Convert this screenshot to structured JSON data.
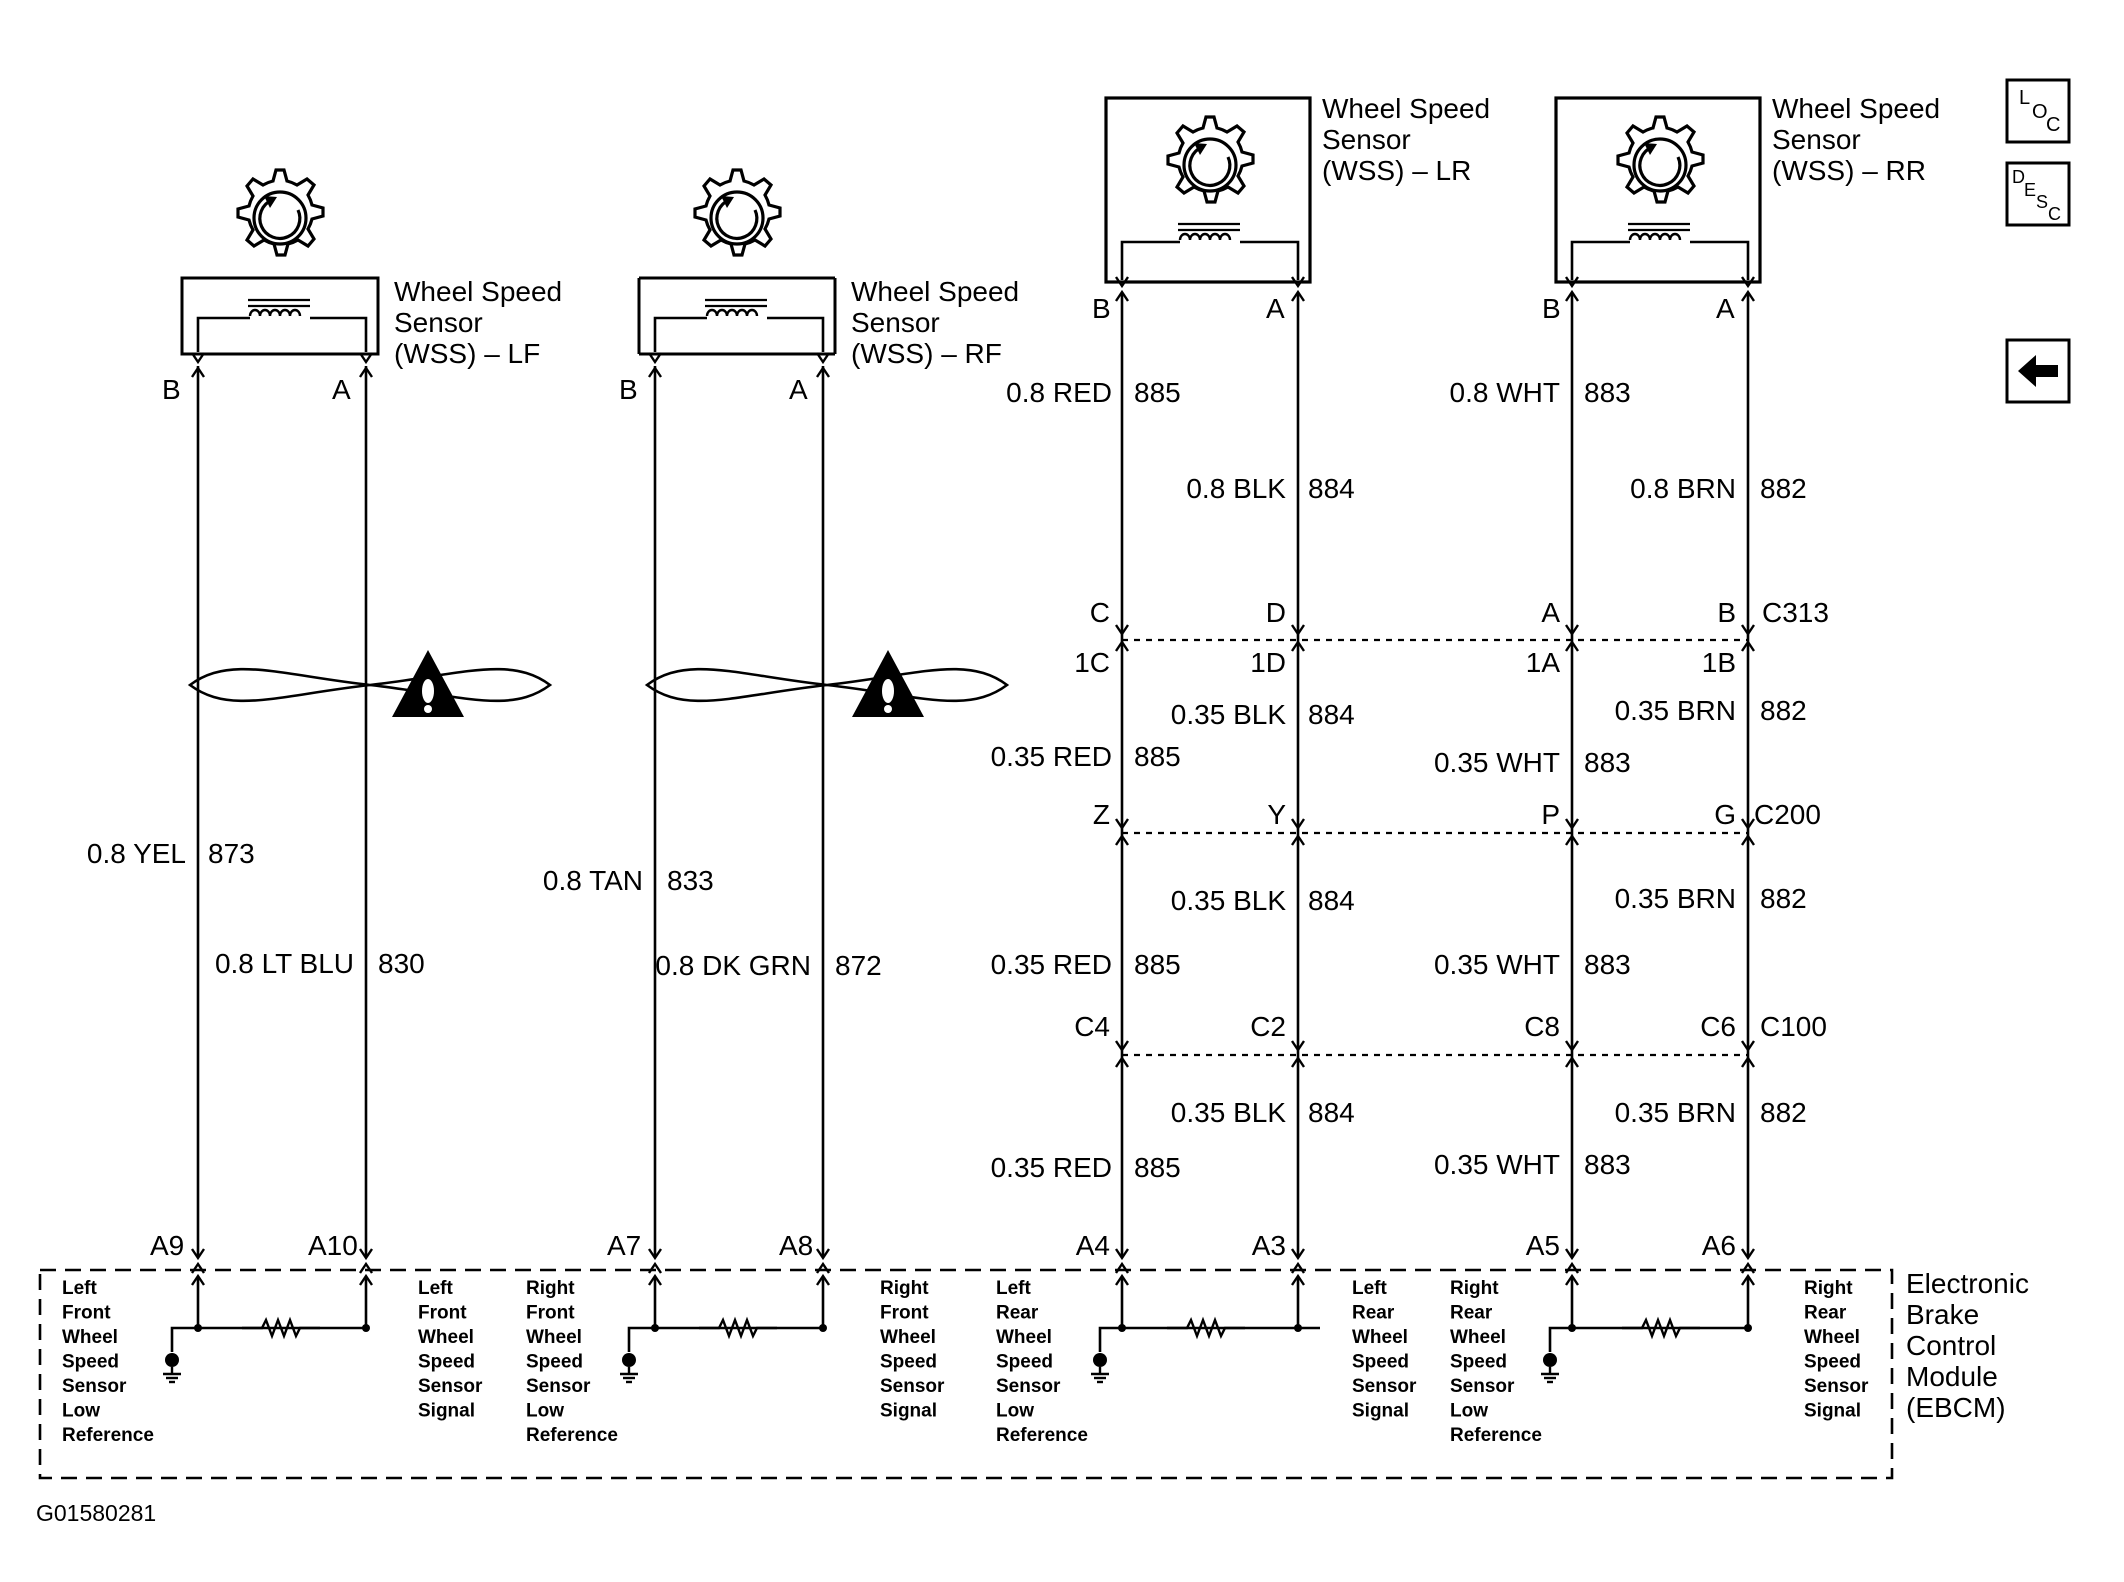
{
  "sensors": {
    "lf": {
      "title": [
        "Wheel Speed",
        "Sensor",
        "(WSS) – LF"
      ],
      "pin_b": "B",
      "pin_a": "A"
    },
    "rf": {
      "title": [
        "Wheel Speed",
        "Sensor",
        "(WSS) – RF"
      ],
      "pin_b": "B",
      "pin_a": "A"
    },
    "lr": {
      "title": [
        "Wheel Speed",
        "Sensor",
        "(WSS) – LR"
      ],
      "pin_b": "B",
      "pin_a": "A"
    },
    "rr": {
      "title": [
        "Wheel Speed",
        "Sensor",
        "(WSS) – RR"
      ],
      "pin_b": "B",
      "pin_a": "A"
    }
  },
  "front_wires": {
    "lf": {
      "b_color": "0.8 YEL",
      "b_circuit": "873",
      "a_color": "0.8 LT BLU",
      "a_circuit": "830",
      "b_pin": "A9",
      "a_pin": "A10"
    },
    "rf": {
      "b_color": "0.8 TAN",
      "b_circuit": "833",
      "a_color": "0.8 DK GRN",
      "a_circuit": "872",
      "b_pin": "A7",
      "a_pin": "A8"
    }
  },
  "rear_wires": {
    "lr_b": {
      "c1_color": "0.8 RED",
      "c1_circuit": "885",
      "c2_color": "0.35 RED",
      "c2_circuit": "885",
      "c3_color": "0.35 RED",
      "c3_circuit": "885",
      "c4_color": "0.35 RED",
      "c4_circuit": "885",
      "c313": "C",
      "c313_in": "1C",
      "c200": "Z",
      "c100": "C4",
      "ebcm": "A4"
    },
    "lr_a": {
      "c1_color": "0.8 BLK",
      "c1_circuit": "884",
      "c2_color": "0.35 BLK",
      "c2_circuit": "884",
      "c3_color": "0.35 BLK",
      "c3_circuit": "884",
      "c4_color": "0.35 BLK",
      "c4_circuit": "884",
      "c313": "D",
      "c313_in": "1D",
      "c200": "Y",
      "c100": "C2",
      "ebcm": "A3"
    },
    "rr_b": {
      "c1_color": "0.8 WHT",
      "c1_circuit": "883",
      "c2_color": "0.35 WHT",
      "c2_circuit": "883",
      "c3_color": "0.35 WHT",
      "c3_circuit": "883",
      "c4_color": "0.35 WHT",
      "c4_circuit": "883",
      "c313": "A",
      "c313_in": "1A",
      "c200": "P",
      "c100": "C8",
      "ebcm": "A5"
    },
    "rr_a": {
      "c1_color": "0.8 BRN",
      "c1_circuit": "882",
      "c2_color": "0.35 BRN",
      "c2_circuit": "882",
      "c3_color": "0.35 BRN",
      "c3_circuit": "882",
      "c4_color": "0.35 BRN",
      "c4_circuit": "882",
      "c313": "B",
      "c313_in": "1B",
      "c200": "G",
      "c100": "C6",
      "ebcm": "A6"
    }
  },
  "connectors": {
    "c313": "C313",
    "c200": "C200",
    "c100": "C100"
  },
  "ebcm": {
    "title": [
      "Electronic",
      "Brake",
      "Control",
      "Module",
      "(EBCM)"
    ],
    "labels": {
      "lf_low": [
        "Left",
        "Front",
        "Wheel",
        "Speed",
        "Sensor",
        "Low",
        "Reference"
      ],
      "lf_sig": [
        "Left",
        "Front",
        "Wheel",
        "Speed",
        "Sensor",
        "Signal"
      ],
      "rf_low": [
        "Right",
        "Front",
        "Wheel",
        "Speed",
        "Sensor",
        "Low",
        "Reference"
      ],
      "rf_sig": [
        "Right",
        "Front",
        "Wheel",
        "Speed",
        "Sensor",
        "Signal"
      ],
      "lr_low": [
        "Left",
        "Rear",
        "Wheel",
        "Speed",
        "Sensor",
        "Low",
        "Reference"
      ],
      "lr_sig": [
        "Left",
        "Rear",
        "Wheel",
        "Speed",
        "Sensor",
        "Signal"
      ],
      "rr_low": [
        "Right",
        "Rear",
        "Wheel",
        "Speed",
        "Sensor",
        "Low",
        "Reference"
      ],
      "rr_sig": [
        "Right",
        "Rear",
        "Wheel",
        "Speed",
        "Sensor",
        "Signal"
      ]
    }
  },
  "figure_id": "G01580281",
  "nav": {
    "loc_l": "L",
    "loc_o": "O",
    "loc_c": "C",
    "desc_d": "D",
    "desc_e": "E",
    "desc_s": "S",
    "desc_c": "C",
    "back_glyph": "🡄"
  }
}
